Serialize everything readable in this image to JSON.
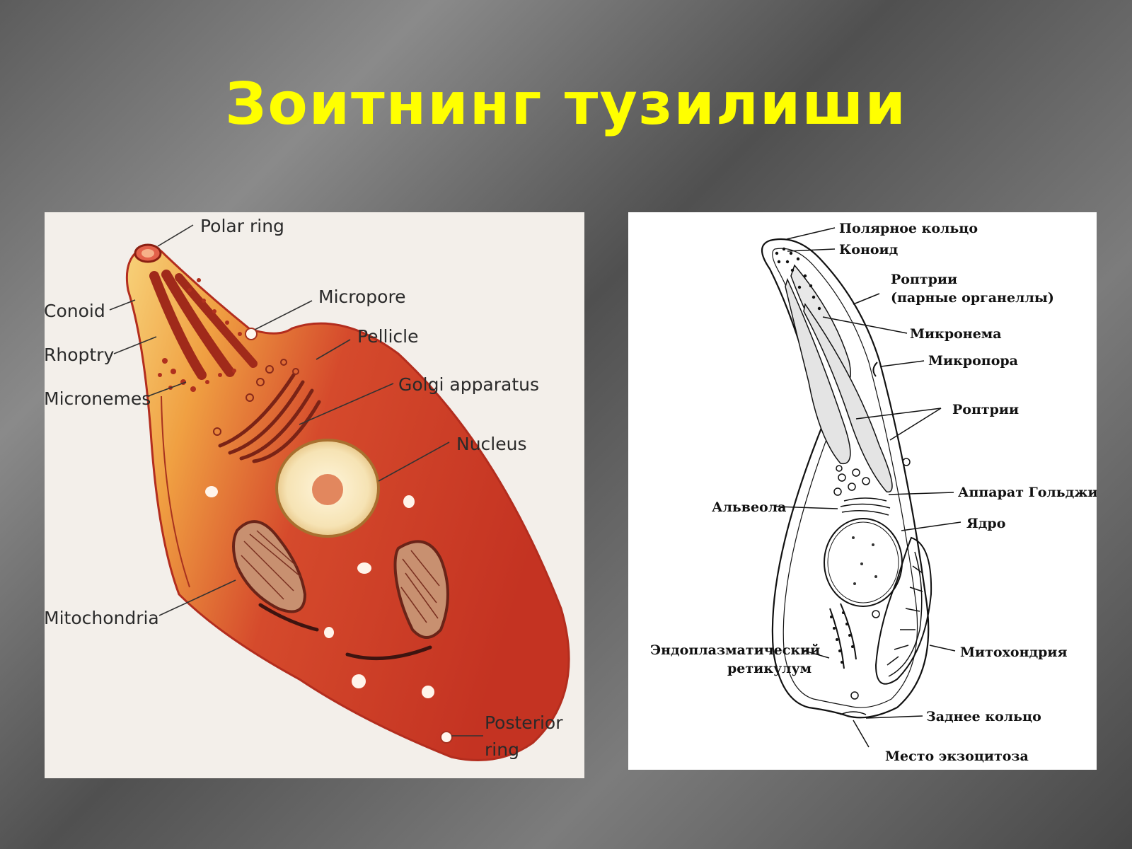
{
  "title": "Зоитнинг тузилиши",
  "colors": {
    "title": "#ffff00",
    "cell_red": "#cc3a26",
    "cell_orange": "#f0a042",
    "cell_yellow": "#f8d97a",
    "panel_left_bg": "#f3efea",
    "panel_right_bg": "#ffffff"
  },
  "left_diagram": {
    "labels": {
      "polar_ring": "Polar ring",
      "conoid": "Conoid",
      "rhoptry": "Rhoptry",
      "micronemes": "Micronemes",
      "micropore": "Micropore",
      "pellicle": "Pellicle",
      "golgi": "Golgi apparatus",
      "nucleus": "Nucleus",
      "mitochondria": "Mitochondria",
      "posterior_ring_1": "Posterior",
      "posterior_ring_2": "ring"
    }
  },
  "right_diagram": {
    "labels": {
      "polar_ring": "Полярное кольцо",
      "conoid": "Коноид",
      "rhoptry_pair_1": "Роптрии",
      "rhoptry_pair_2": "(парные органеллы)",
      "microneme": "Микронема",
      "micropore": "Микропора",
      "rhoptries": "Роптрии",
      "golgi": "Аппарат Гольджи",
      "alveola": "Альвеола",
      "nucleus": "Ядро",
      "er_1": "Эндоплазматический",
      "er_2": "ретикулум",
      "mitochondrion": "Митохондрия",
      "posterior_ring": "Заднее кольцо",
      "exocytosis": "Место экзоцитоза"
    }
  }
}
